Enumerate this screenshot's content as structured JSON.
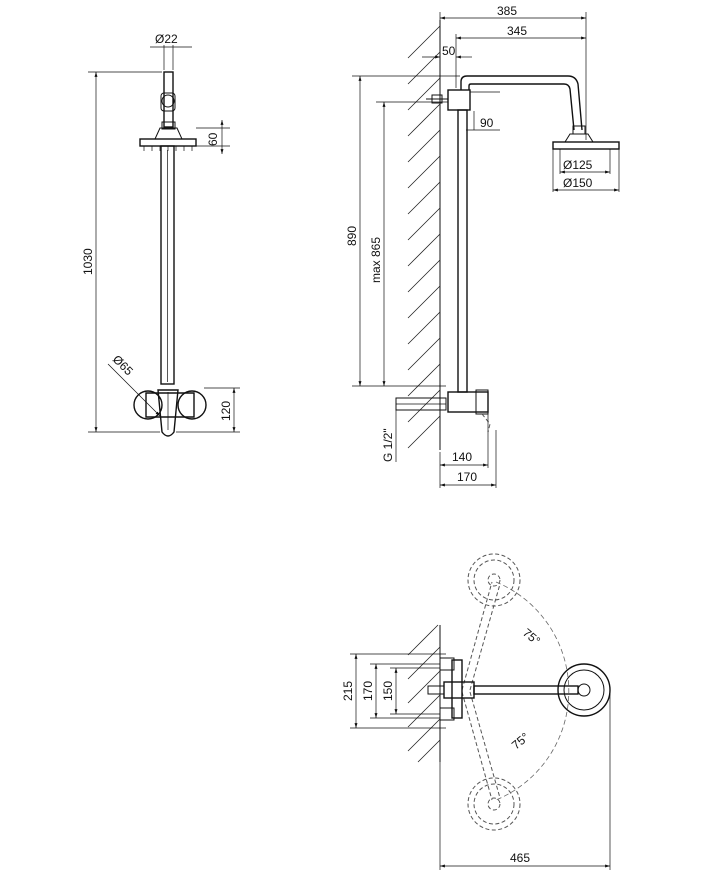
{
  "front_view": {
    "pipe_diameter": "Ø22",
    "head_height": "60",
    "total_height": "1030",
    "mixer_diameter": "Ø65",
    "mixer_height": "120"
  },
  "side_view": {
    "total_reach": "385",
    "arm_reach": "345",
    "wall_offset": "50",
    "bracket_drop": "90",
    "head_inner_diameter": "Ø125",
    "head_outer_diameter": "Ø150",
    "inlet_height": "890",
    "max_height": "max 865",
    "thread": "G 1/2\"",
    "mixer_depth": "140",
    "mixer_total_depth": "170"
  },
  "top_view": {
    "swing_angle_top": "75°",
    "swing_angle_bottom": "75°",
    "width_outer": "215",
    "width_mid": "170",
    "width_inner": "150",
    "total_length": "465"
  }
}
